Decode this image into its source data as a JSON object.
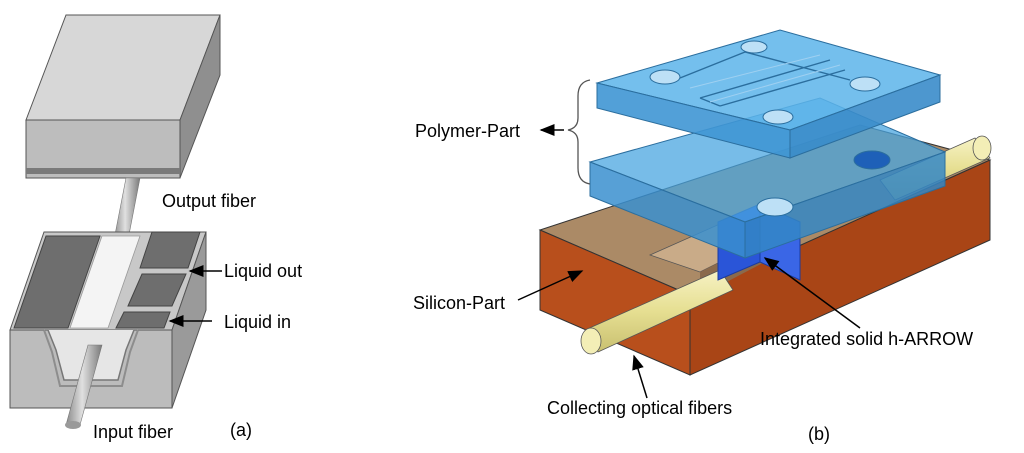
{
  "panel_a": {
    "caption": "(a)",
    "labels": {
      "output_fiber": "Output fiber",
      "liquid_out": "Liquid out",
      "liquid_in": "Liquid in",
      "input_fiber": "Input fiber"
    }
  },
  "panel_b": {
    "caption": "(b)",
    "labels": {
      "polymer_part": "Polymer-Part",
      "silicon_part": "Silicon-Part",
      "integrated_arrow": "Integrated solid h-ARROW",
      "collecting_fibers": "Collecting optical fibers"
    }
  },
  "colors": {
    "grey_light": "#d2d2d2",
    "grey_mid": "#a8a8a8",
    "grey_dark": "#6e6e6e",
    "polymer_blue": "#4aa6e0",
    "silicon_top": "#b08d6a",
    "silicon_side": "#b5501c",
    "fiber_yellow": "#ece7a0",
    "waveguide_blue": "#2a55d8"
  }
}
